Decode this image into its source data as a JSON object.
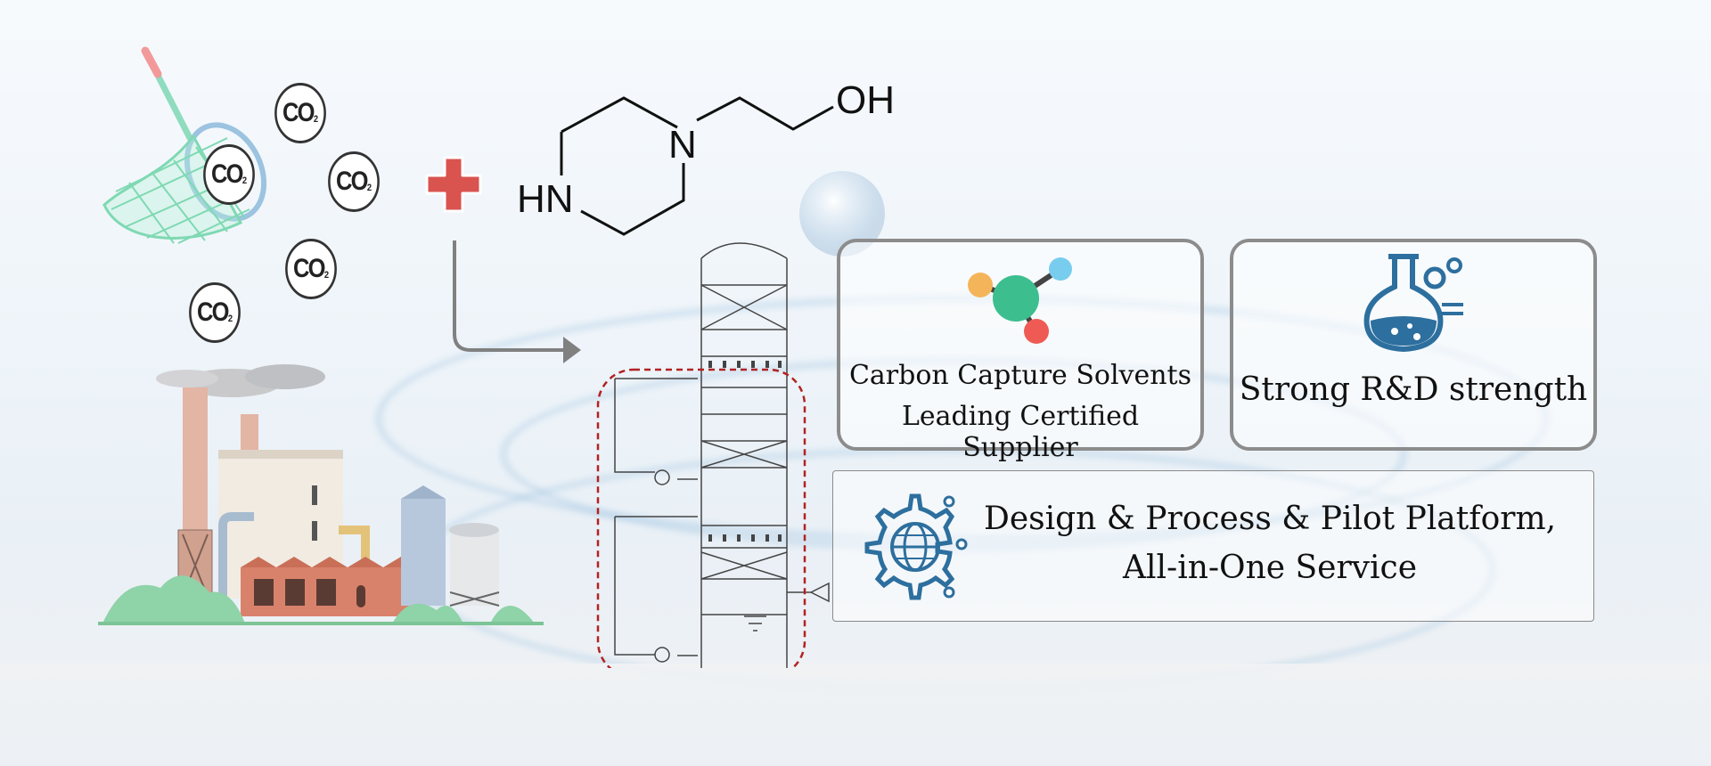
{
  "molecules": {
    "co2_main": "CO",
    "co2_sub": "2"
  },
  "structure": {
    "hn_label": "HN",
    "n_label": "N",
    "oh_label": "OH"
  },
  "cards": {
    "solvents_line1": "Carbon Capture Solvents",
    "solvents_line2": "Leading Certified Supplier",
    "rd": "Strong R&D strength",
    "service_line1": "Design & Process & Pilot Platform,",
    "service_line2": "All-in-One Service"
  },
  "colors": {
    "card_border": "#8c8c8c",
    "accent_blue": "#2d6f9e",
    "plus_red": "#d9534f",
    "dashed_red": "#b22222"
  }
}
